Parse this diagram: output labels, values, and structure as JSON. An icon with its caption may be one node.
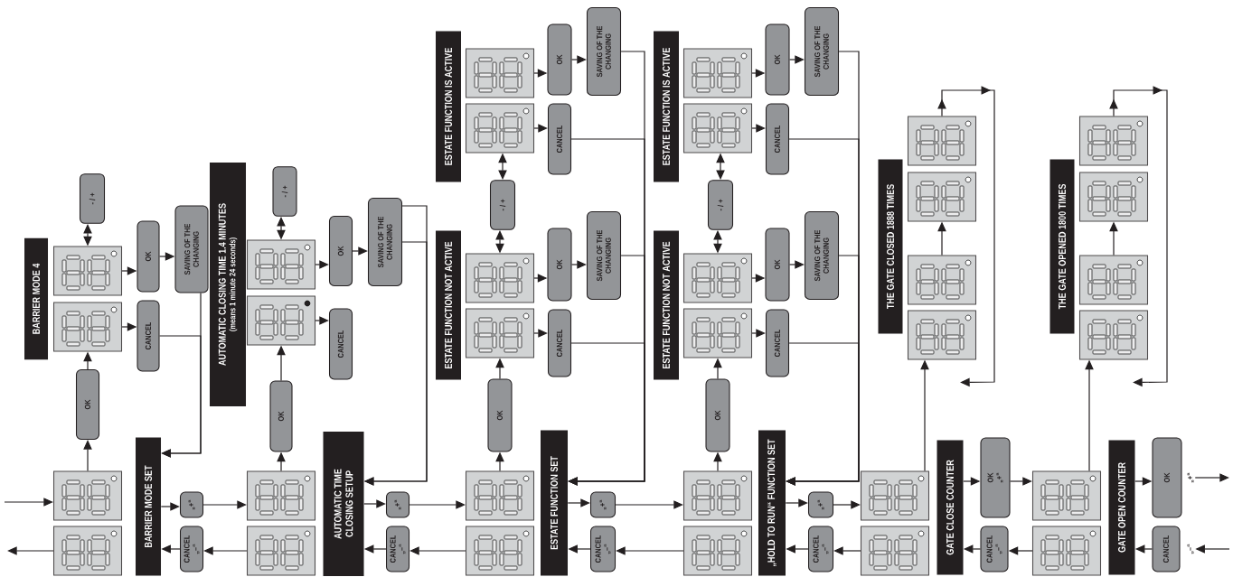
{
  "diagram": {
    "nodes": [
      {
        "text": [
          "BARRIER MODE 4"
        ]
      },
      {
        "text": [],
        "shape": "display"
      },
      {
        "text": [],
        "shape": "display"
      },
      {
        "text": [
          "- / +"
        ]
      },
      {
        "text": [
          "OK"
        ]
      },
      {
        "text": [
          "CANCEL"
        ]
      },
      {
        "text": [
          "SAVING OF THE CHANGING"
        ]
      },
      {
        "text": [],
        "shape": "display"
      },
      {
        "text": [],
        "shape": "display"
      },
      {
        "text": [
          "OK"
        ]
      },
      {
        "text": [
          "BARRIER MODE SET"
        ]
      },
      {
        "text": [
          "„+“"
        ]
      },
      {
        "text": [
          "CANCEL",
          "„–“"
        ]
      },
      {
        "text": [
          "AUTOMATIC CLOSING TIME 1.4 MINUTES",
          "(means 1 minute 24 seconds)"
        ]
      },
      {
        "text": [],
        "shape": "display"
      },
      {
        "text": [],
        "shape": "display"
      },
      {
        "text": [
          "- / +"
        ]
      },
      {
        "text": [
          "OK"
        ]
      },
      {
        "text": [
          "CANCEL"
        ]
      },
      {
        "text": [
          "SAVING OF THE CHANGING"
        ]
      },
      {
        "text": [],
        "shape": "display"
      },
      {
        "text": [],
        "shape": "display"
      },
      {
        "text": [
          "OK"
        ]
      },
      {
        "text": [
          "AUTOMATIC TIME CLOSING SETUP"
        ]
      },
      {
        "text": [
          "„+“"
        ]
      },
      {
        "text": [
          "CANCEL",
          "„–“"
        ]
      },
      {
        "text": [
          "ESTATE FUNCTION IS ACTIVE"
        ]
      },
      {
        "text": [],
        "shape": "display"
      },
      {
        "text": [],
        "shape": "display"
      },
      {
        "text": [
          "OK"
        ]
      },
      {
        "text": [
          "SAVING OF THE CHANGING"
        ]
      },
      {
        "text": [
          "CANCEL"
        ]
      },
      {
        "text": [
          "- / +"
        ]
      },
      {
        "text": [
          "ESTATE FUNCTION NOT ACTIVE"
        ]
      },
      {
        "text": [],
        "shape": "display"
      },
      {
        "text": [],
        "shape": "display"
      },
      {
        "text": [
          "OK"
        ]
      },
      {
        "text": [
          "SAVING OF THE CHANGING"
        ]
      },
      {
        "text": [
          "CANCEL"
        ]
      },
      {
        "text": [],
        "shape": "display"
      },
      {
        "text": [],
        "shape": "display"
      },
      {
        "text": [
          "OK"
        ]
      },
      {
        "text": [
          "ESTATE FUNCTION SET"
        ]
      },
      {
        "text": [
          "„+“"
        ]
      },
      {
        "text": [
          "CANCEL",
          "„–“"
        ]
      },
      {
        "text": [
          "ESTATE FUNCTION IS ACTIVE"
        ]
      },
      {
        "text": [],
        "shape": "display"
      },
      {
        "text": [],
        "shape": "display"
      },
      {
        "text": [
          "OK"
        ]
      },
      {
        "text": [
          "SAVING OF THE CHANGING"
        ]
      },
      {
        "text": [
          "CANCEL"
        ]
      },
      {
        "text": [
          "- / +"
        ]
      },
      {
        "text": [
          "ESTATE FUNCTION NOT ACTIVE"
        ]
      },
      {
        "text": [],
        "shape": "display"
      },
      {
        "text": [],
        "shape": "display"
      },
      {
        "text": [
          "OK"
        ]
      },
      {
        "text": [
          "SAVING OF THE CHANGING"
        ]
      },
      {
        "text": [
          "CANCEL"
        ]
      },
      {
        "text": [],
        "shape": "display"
      },
      {
        "text": [],
        "shape": "display"
      },
      {
        "text": [
          "OK"
        ]
      },
      {
        "text": [
          "„HOLD TO RUN“ FUNCTION SET"
        ]
      },
      {
        "text": [
          "„+“"
        ]
      },
      {
        "text": [
          "CANCEL",
          "„–“"
        ]
      },
      {
        "text": [
          "THE GATE CLOSED 1888 TIMES"
        ]
      },
      {
        "text": [],
        "shape": "display"
      },
      {
        "text": [],
        "shape": "display"
      },
      {
        "text": [],
        "shape": "display"
      },
      {
        "text": [],
        "shape": "display"
      },
      {
        "text": [],
        "shape": "display"
      },
      {
        "text": [],
        "shape": "display"
      },
      {
        "text": [
          "GATE CLOSE COUNTER"
        ]
      },
      {
        "text": [
          "OK",
          "„+“"
        ]
      },
      {
        "text": [
          "CANCEL",
          "„–“"
        ]
      },
      {
        "text": [
          "THE GATE OPENED 1800 TIMES"
        ]
      },
      {
        "text": [],
        "shape": "display"
      },
      {
        "text": [],
        "shape": "display"
      },
      {
        "text": [],
        "shape": "display"
      },
      {
        "text": [],
        "shape": "display"
      },
      {
        "text": [],
        "shape": "display"
      },
      {
        "text": [],
        "shape": "display"
      },
      {
        "text": [
          "GATE OPEN COUNTER"
        ]
      },
      {
        "text": [
          "OK"
        ],
        "beside": [
          "„+“"
        ]
      },
      {
        "text": [
          "CANCEL"
        ],
        "beside": [
          "„–“"
        ]
      }
    ],
    "edges": [
      {
        "from": null,
        "to": 7,
        "arrow": "to"
      },
      {
        "from": 7,
        "to": 9,
        "arrow": "to"
      },
      {
        "from": 9,
        "to": 2,
        "arrow": "to"
      },
      {
        "from": 1,
        "to": 3,
        "arrow": "both"
      },
      {
        "from": 1,
        "to": 4,
        "arrow": "to"
      },
      {
        "from": 2,
        "to": 5,
        "arrow": "to"
      },
      {
        "from": 4,
        "to": 6,
        "arrow": "to"
      },
      {
        "from": 6,
        "to": 10,
        "arrow": "to"
      },
      {
        "from": 5,
        "to": 10,
        "arrow": "to"
      },
      {
        "from": 8,
        "to": null,
        "arrow": "to"
      },
      {
        "from": 10,
        "to": 11,
        "arrow": "to"
      },
      {
        "from": 11,
        "to": 20,
        "arrow": "to"
      },
      {
        "from": 21,
        "to": 12,
        "arrow": "to"
      },
      {
        "from": 12,
        "to": 10,
        "arrow": "to"
      },
      {
        "from": 20,
        "to": 22,
        "arrow": "to"
      },
      {
        "from": 22,
        "to": 15,
        "arrow": "to"
      },
      {
        "from": 14,
        "to": 16,
        "arrow": "both"
      },
      {
        "from": 14,
        "to": 17,
        "arrow": "to"
      },
      {
        "from": 15,
        "to": 18,
        "arrow": "to"
      },
      {
        "from": 17,
        "to": 19,
        "arrow": "to"
      },
      {
        "from": 19,
        "to": 23,
        "arrow": "to"
      },
      {
        "from": 19,
        "to": 23,
        "arrow": "to"
      },
      {
        "from": 23,
        "to": 24,
        "arrow": "to"
      },
      {
        "from": 24,
        "to": 39,
        "arrow": "to"
      },
      {
        "from": 40,
        "to": 25,
        "arrow": "to"
      },
      {
        "from": 25,
        "to": 23,
        "arrow": "to"
      },
      {
        "from": 39,
        "to": 41,
        "arrow": "to"
      },
      {
        "from": 41,
        "to": 35,
        "arrow": "to"
      },
      {
        "from": 34,
        "to": 32,
        "arrow": "both"
      },
      {
        "from": 32,
        "to": 28,
        "arrow": "both"
      },
      {
        "from": 27,
        "to": 29,
        "arrow": "to"
      },
      {
        "from": 28,
        "to": 31,
        "arrow": "to"
      },
      {
        "from": 29,
        "to": 30,
        "arrow": "to"
      },
      {
        "from": 34,
        "to": 36,
        "arrow": "to"
      },
      {
        "from": 35,
        "to": 38,
        "arrow": "to"
      },
      {
        "from": 36,
        "to": 37,
        "arrow": "to"
      },
      {
        "from": 30,
        "to": 42,
        "arrow": "to"
      },
      {
        "from": 31,
        "to": 42,
        "arrow": "to"
      },
      {
        "from": 37,
        "to": 42,
        "arrow": "to"
      },
      {
        "from": 38,
        "to": 42,
        "arrow": "to"
      },
      {
        "from": 42,
        "to": 43,
        "arrow": "to"
      },
      {
        "from": 43,
        "to": 58,
        "arrow": "to"
      },
      {
        "from": 59,
        "to": 44,
        "arrow": "to"
      },
      {
        "from": 44,
        "to": 42,
        "arrow": "to"
      },
      {
        "from": 58,
        "to": 60,
        "arrow": "to"
      },
      {
        "from": 60,
        "to": 54,
        "arrow": "to"
      },
      {
        "from": 53,
        "to": 51,
        "arrow": "both"
      },
      {
        "from": 51,
        "to": 47,
        "arrow": "both"
      },
      {
        "from": 46,
        "to": 48,
        "arrow": "to"
      },
      {
        "from": 47,
        "to": 50,
        "arrow": "to"
      },
      {
        "from": 48,
        "to": 49,
        "arrow": "to"
      },
      {
        "from": 53,
        "to": 55,
        "arrow": "to"
      },
      {
        "from": 54,
        "to": 57,
        "arrow": "to"
      },
      {
        "from": 55,
        "to": 56,
        "arrow": "to"
      },
      {
        "from": 49,
        "to": 61,
        "arrow": "to"
      },
      {
        "from": 50,
        "to": 61,
        "arrow": "to"
      },
      {
        "from": 56,
        "to": 61,
        "arrow": "to"
      },
      {
        "from": 57,
        "to": 61,
        "arrow": "to"
      },
      {
        "from": 61,
        "to": 62,
        "arrow": "to"
      },
      {
        "from": 62,
        "to": 69,
        "arrow": "to"
      },
      {
        "from": 70,
        "to": 63,
        "arrow": "to"
      },
      {
        "from": 63,
        "to": 61,
        "arrow": "to"
      },
      {
        "from": 69,
        "to": 68,
        "arrow": "to"
      },
      {
        "from": 67,
        "to": 66,
        "arrow": "to"
      },
      {
        "from": 65,
        "to": 68,
        "arrow": "to"
      },
      {
        "from": 71,
        "to": 72,
        "arrow": "to"
      },
      {
        "from": 72,
        "to": 79,
        "arrow": "to"
      },
      {
        "from": 80,
        "to": 73,
        "arrow": "to"
      },
      {
        "from": 73,
        "to": 71,
        "arrow": "to"
      },
      {
        "from": 79,
        "to": 78,
        "arrow": "to"
      },
      {
        "from": 77,
        "to": 76,
        "arrow": "to"
      },
      {
        "from": 75,
        "to": 78,
        "arrow": "to"
      },
      {
        "from": 81,
        "to": 82,
        "arrow": "to"
      },
      {
        "from": 82,
        "to": null,
        "arrow": "to"
      },
      {
        "from": null,
        "to": 83,
        "arrow": "to"
      },
      {
        "from": 83,
        "to": 81,
        "arrow": "to"
      }
    ]
  }
}
